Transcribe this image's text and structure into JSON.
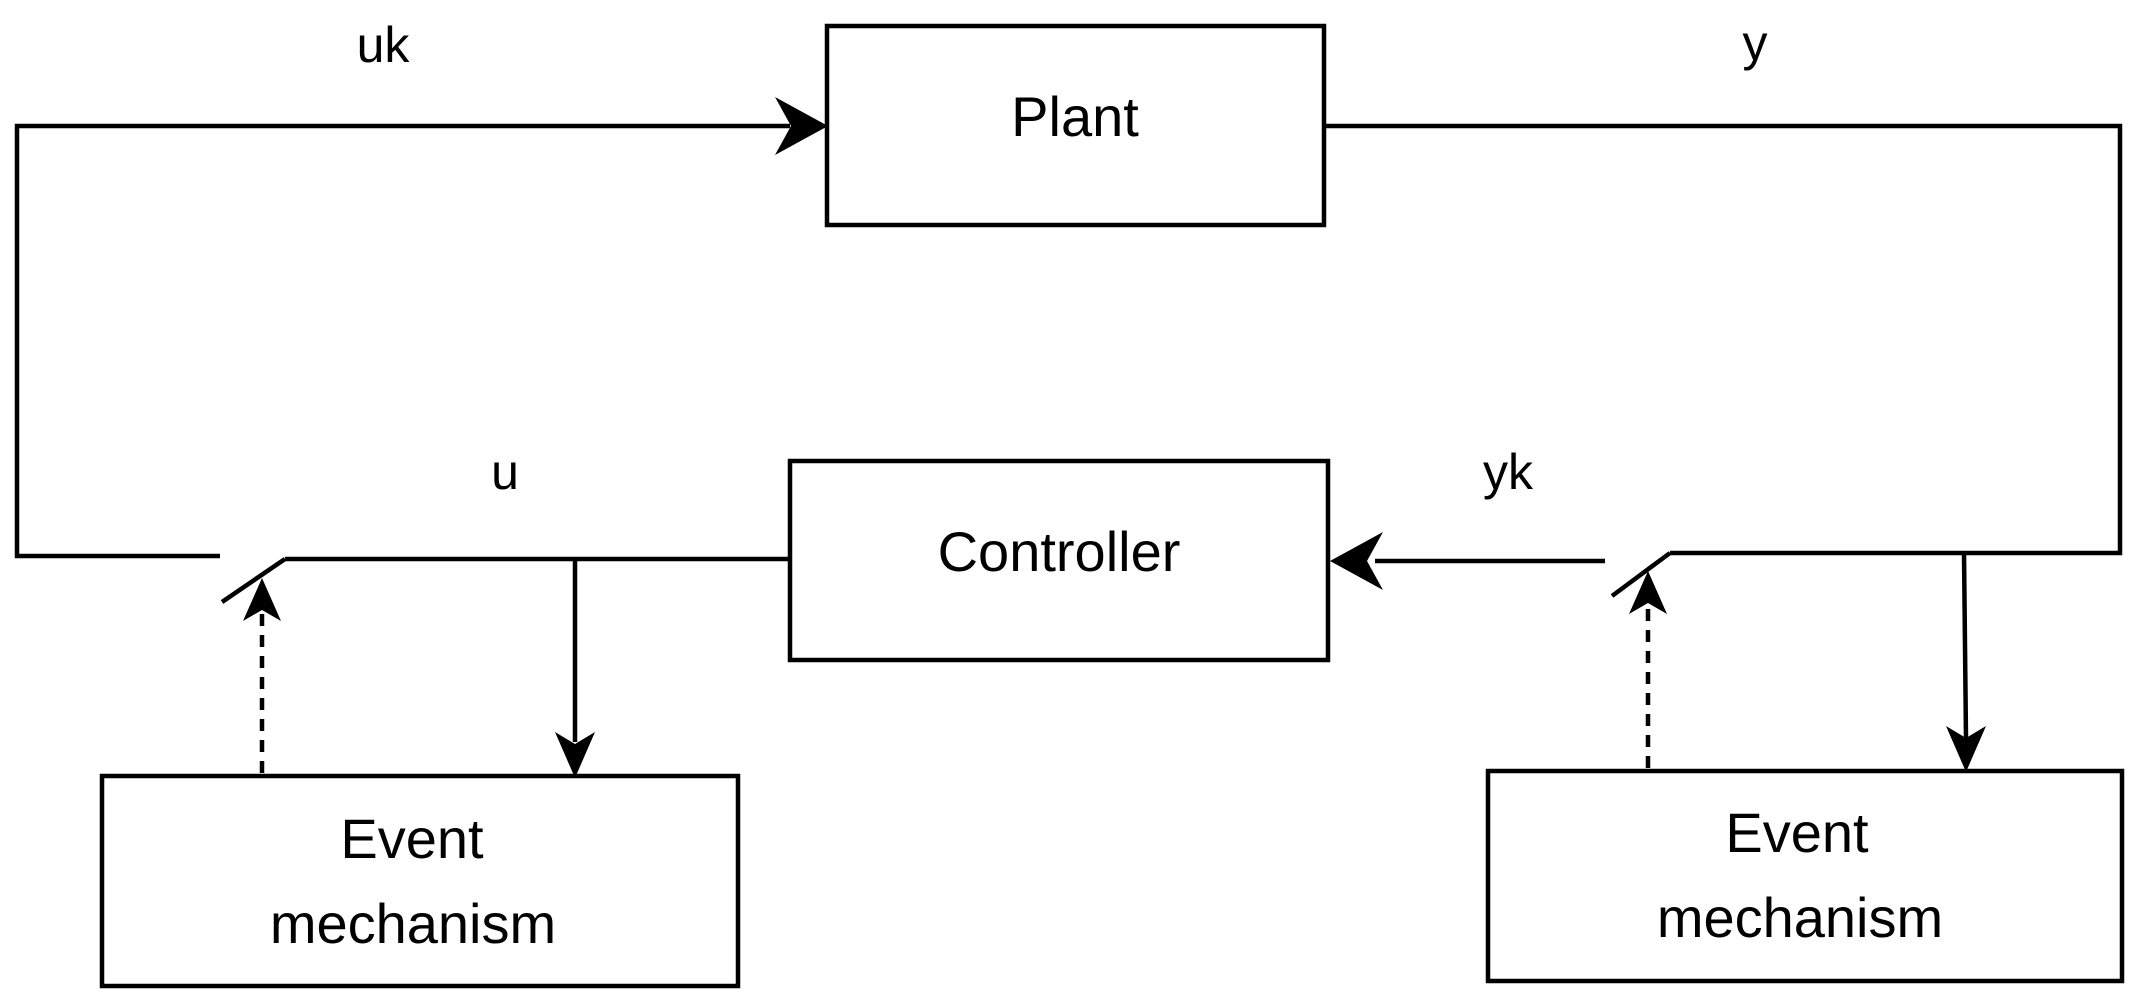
{
  "blocks": {
    "plant": "Plant",
    "controller": "Controller",
    "event_left": {
      "line1": "Event",
      "line2": "mechanism"
    },
    "event_right": {
      "line1": "Event",
      "line2": "mechanism"
    }
  },
  "signals": {
    "uk": "uk",
    "y": "y",
    "u": "u",
    "yk": "yk"
  },
  "colors": {
    "stroke": "#000000",
    "background": "#ffffff"
  }
}
